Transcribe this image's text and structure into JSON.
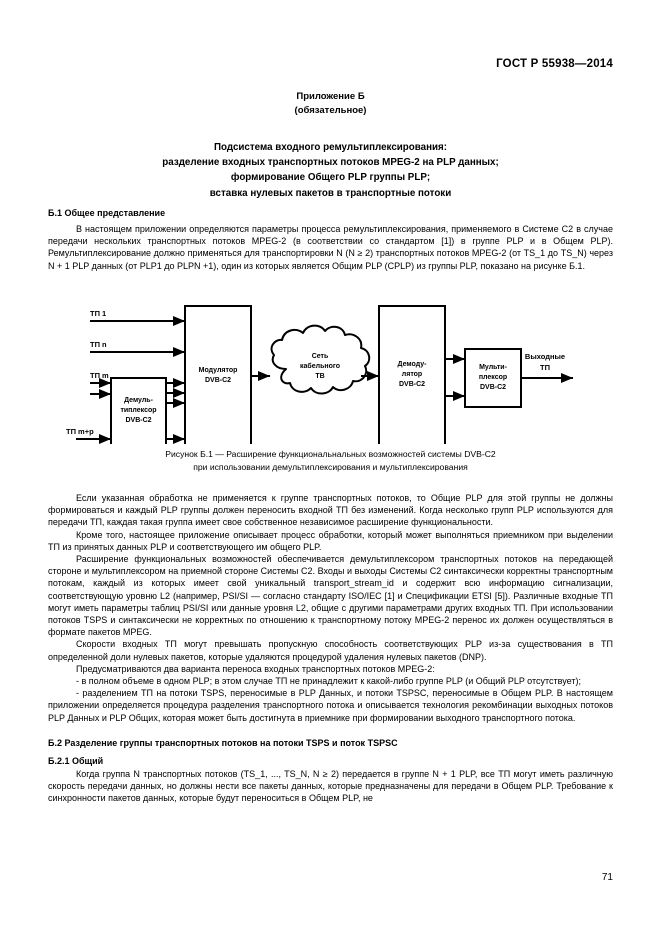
{
  "header": {
    "standard_id": "ГОСТ Р 55938—2014"
  },
  "annex": {
    "line1": "Приложение Б",
    "line2": "(обязательное)"
  },
  "title": {
    "line1": "Подсистема входного ремультиплексирования:",
    "line2": "разделение входных транспортных потоков MPEG-2 на PLP данных;",
    "line3": "формирование Общего PLP группы PLP;",
    "line4": "вставка нулевых пакетов в транспортные потоки"
  },
  "sections": {
    "b1_heading": "Б.1 Общее представление",
    "b1_para1": "В настоящем приложении определяются параметры процесса ремультиплексирования, применяемого в Системе C2 в случае передачи нескольких транспортных потоков MPEG-2 (в соответствии со стандартом [1]) в группе PLP и в Общем PLP). Ремультиплексирование должно применяться для транспортировки N (N ≥ 2) транспортных потоков MPEG-2 (от TS_1 до TS_N) через N + 1 PLP данных (от PLP1 до PLPN +1), один из которых является Общим PLP (CPLP) из группы PLP, показано на рисунке Б.1.",
    "para_after_fig_1": "Если указанная обработка не применяется к группе транспортных потоков, то Общие PLP для этой группы не должны формироваться и каждый PLP группы должен переносить входной ТП без изменений. Когда несколько групп PLP используются для передачи ТП, каждая такая группа имеет свое собственное независимое расширение функциональности.",
    "para_after_fig_2": "Кроме того, настоящее приложение описывает процесс обработки, который может выполняться приемником при выделении ТП из принятых данных PLP и соответствующего им общего PLP.",
    "para_after_fig_3": "Расширение функциональных возможностей обеспечивается демультиплексором транспортных потоков на передающей стороне и мультиплексором на приемной стороне Системы C2. Входы и выходы Системы C2 синтаксически корректны транспортным потокам, каждый из которых имеет свой уникальный transport_stream_id и содержит всю информацию сигнализации, соответствующую уровню L2 (например, PSI/SI — согласно стандарту ISO/IEC [1] и Спецификации ETSI [5]). Различные входные ТП могут иметь параметры таблиц PSI/SI или данные уровня L2, общие с другими параметрами других входных ТП. При использовании потоков TSPS и синтаксически не корректных по отношению к транспортному потоку MPEG-2 перенос их должен осуществляться в формате пакетов MPEG.",
    "para_after_fig_4": "Скорости входных ТП могут превышать пропускную способность соответствующих PLP из-за существования в ТП определенной доли нулевых пакетов, которые удаляются процедурой удаления нулевых пакетов (DNP).",
    "para_after_fig_5": "Предусматриваются два варианта переноса входных транспортных потоков MPEG-2:",
    "bullet_1": "- в полном объеме в одном PLP; в этом случае ТП не принадлежит к какой-либо группе PLP (и Общий PLP отсутствует);",
    "bullet_2": "- разделением ТП на потоки TSPS, переносимые в PLP Данных, и потоки TSPSC, переносимые в Общем PLP. В настоящем приложении определяется процедура разделения транспортного потока и описывается технология рекомбинации выходных потоков PLP Данных и PLP Общих, которая может быть достигнута в приемнике при формировании выходного транспортного потока.",
    "b2_heading": "Б.2 Разделение группы транспортных потоков на потоки TSPS и поток TSPSC",
    "b21_heading": "Б.2.1 Общий",
    "b21_para1": "Когда группа N транспортных потоков (TS_1, ..., TS_N, N ≥ 2) передается в группе N + 1 PLP, все ТП могут иметь различную скорость передачи данных, но должны нести все пакеты данных, которые предназначены для передачи в Общем PLP. Требование к синхронности пакетов данных, которые будут переноситься в Общем PLP, не"
  },
  "figure": {
    "caption_line1": "Рисунок Б.1 — Расширение функциональнальных возможностей системы DVB-C2",
    "caption_line2": "при использовании демультиплексирования и мультиплексирования",
    "inputs": [
      {
        "label": "ТП 1"
      },
      {
        "label": "ТП n"
      },
      {
        "label": "ТП m"
      },
      {
        "label": "ТП m+p"
      }
    ],
    "blocks": [
      {
        "id": "demux",
        "line1": "Демуль-",
        "line2": "типлексор",
        "line3": "DVB-C2"
      },
      {
        "id": "modulator",
        "line1": "Модулятор",
        "line2": "DVB-C2"
      },
      {
        "id": "network",
        "line1": "Сеть",
        "line2": "кабельного",
        "line3": "ТВ"
      },
      {
        "id": "demodulator",
        "line1": "Демоду-",
        "line2": "лятор",
        "line3": "DVB-C2"
      },
      {
        "id": "mux",
        "line1": "Мульти-",
        "line2": "плексор",
        "line3": "DVB-C2"
      }
    ],
    "output": {
      "line1": "Выходные",
      "line2": "ТП"
    }
  },
  "footer": {
    "page_number": "71"
  }
}
